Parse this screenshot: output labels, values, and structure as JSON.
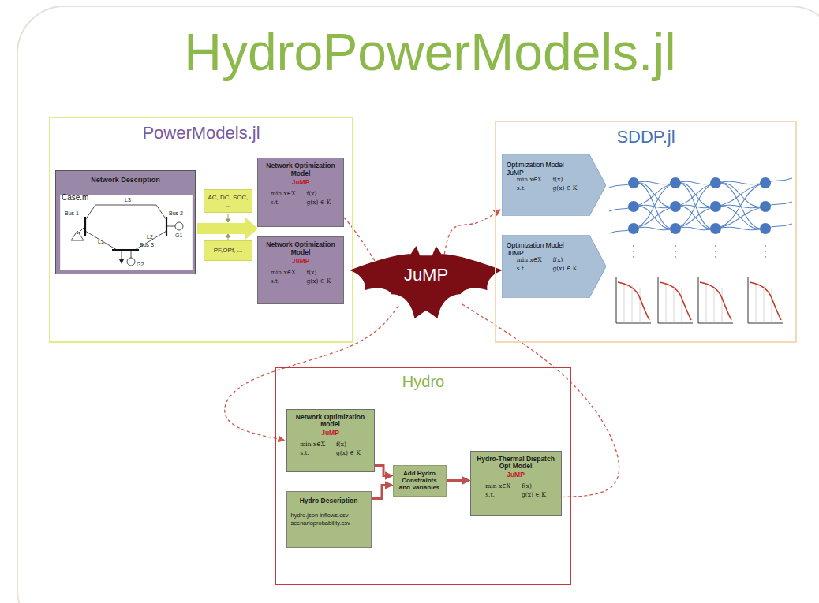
{
  "diagram": {
    "title": "HydroPowerModels.jl",
    "nodes": [
      {
        "text": [
          "PowerModels.jl"
        ]
      },
      {
        "text": [
          "Network Description",
          "Case.m"
        ],
        "in": 0
      },
      {
        "text": [
          "AC, DC, SOC, ..."
        ],
        "in": 0
      },
      {
        "text": [
          "PF,OPf, ..."
        ],
        "in": 0
      },
      {
        "text": [
          "Network Optimization Model",
          "JuMP",
          "min x∈X",
          "f(x)",
          "s.t.",
          "g(x) ∈ K"
        ],
        "in": 0
      },
      {
        "text": [
          "Network Optimization Model",
          "JuMP",
          "min x∈X",
          "f(x)",
          "s.t.",
          "g(x) ∈ K"
        ],
        "in": 0
      },
      {
        "text": [
          "JuMP"
        ]
      },
      {
        "text": [
          "SDDP.jl"
        ]
      },
      {
        "text": [
          "Optimization Model",
          "JuMP",
          "min x∈X",
          "f(x)",
          "s.t.",
          "g(x) ∈ K"
        ],
        "in": 7
      },
      {
        "text": [
          "Optimization Model",
          "JuMP",
          "min x∈X",
          "f(x)",
          "s.t.",
          "g(x) ∈ K"
        ],
        "in": 7
      },
      {
        "text": [
          "Hydro"
        ]
      },
      {
        "text": [
          "Network Optimization Model",
          "JuMP",
          "min x∈X",
          "f(x)",
          "s.t.",
          "g(x) ∈ K"
        ],
        "in": 10
      },
      {
        "text": [
          "Hydro Description",
          "hydro.json inflows.csv scenarioprobability.csv"
        ],
        "in": 10
      },
      {
        "text": [
          "Add Hydro Constraints and Variables"
        ],
        "in": 10
      },
      {
        "text": [
          "Hydro-Thermal Dispatch Opt Model",
          "JuMP",
          "min x∈X",
          "f(x)",
          "s.t.",
          "g(x) ∈ K"
        ],
        "in": 10
      }
    ],
    "edges": [
      {
        "from": 4,
        "to": 6,
        "arrow": "none"
      },
      {
        "from": 6,
        "to": 8,
        "arrow": "to"
      },
      {
        "from": 6,
        "to": 11,
        "arrow": "to"
      },
      {
        "from": 14,
        "to": 6,
        "arrow": "none"
      },
      {
        "from": 11,
        "to": 13,
        "arrow": "to"
      },
      {
        "from": 12,
        "to": 13,
        "arrow": "to"
      },
      {
        "from": 13,
        "to": 14,
        "arrow": "to"
      }
    ],
    "labels": [
      "L3",
      "L1",
      "L2",
      "Bus 1",
      "Bus 2",
      "Bus 3",
      "G1",
      "G2"
    ]
  }
}
